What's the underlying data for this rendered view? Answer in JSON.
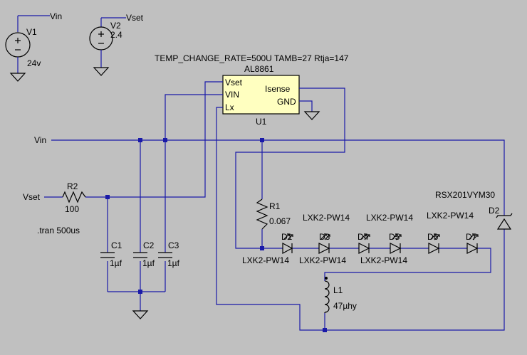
{
  "labels": {
    "vin_top": "Vin",
    "vset_top": "Vset",
    "v1_name": "V1",
    "v1_value": "24v",
    "v2_name": "V2",
    "v2_value": "2.4",
    "directive": "TEMP_CHANGE_RATE=500U TAMB=27 Rtja=147",
    "u1_part": "AL8861",
    "u1_name": "U1",
    "pin_vset": "Vset",
    "pin_vin": "VIN",
    "pin_lx": "Lx",
    "pin_isense": "Isense",
    "pin_gnd": "GND",
    "net_vin": "Vin",
    "net_vset": "Vset",
    "r2_name": "R2",
    "r2_value": "100",
    "tran": ".tran 500us",
    "c1_name": "C1",
    "c1_value": "1µf",
    "c2_name": "C2",
    "c2_value": "1µf",
    "c3_name": "C3",
    "c3_value": "1µf",
    "r1_name": "R1",
    "r1_value": "0.067",
    "d2_part": "RSX201VYM30",
    "d2_name": "D2",
    "led_part_top1": "LXK2-PW14",
    "led_part_top2": "LXK2-PW14",
    "led_part_top3": "LXK2-PW14",
    "led_part_bot1": "LXK2-PW14",
    "led_part_bot2": "LXK2-PW14",
    "led_part_bot3": "LXK2-PW14",
    "d1_name": "D1",
    "d3_name": "D3",
    "d4_name": "D4",
    "d5_name": "D5",
    "d6_name": "D6",
    "d7_name": "D7",
    "l1_name": "L1",
    "l1_value": "47µhy"
  },
  "colors": {
    "background": "#c0c0c0",
    "wire": "#1a1aa8",
    "component_fill": "#ffffc0"
  }
}
